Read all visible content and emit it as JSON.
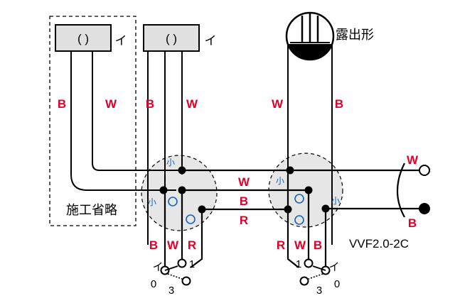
{
  "colors": {
    "wire_label": "#e0002a",
    "sleeve_marker": "#1a62b8",
    "junction_box_fill": "#e6e6e6",
    "switch_box_fill": "#e0e0e0",
    "line": "#000000"
  },
  "switches": [
    {
      "symbol": "( )",
      "mark": "イ"
    },
    {
      "symbol": "( )",
      "mark": "イ"
    }
  ],
  "lamp_label": "露出形",
  "omitted_area_label": "施工省略",
  "cable_spec": "VVF2.0-2C",
  "wire_labels": {
    "left_switch_cable": [
      "B",
      "W"
    ],
    "right_switch_cable": [
      "B",
      "W"
    ],
    "lamp_cable": [
      "W",
      "B"
    ],
    "between_boxes": [
      "W",
      "B",
      "R"
    ],
    "source_terminals": [
      "W",
      "B"
    ],
    "left_bottom_cable": [
      "B",
      "W",
      "R"
    ],
    "right_bottom_cable": [
      "R",
      "W",
      "B"
    ]
  },
  "sleeve_markers": [
    "小",
    "小",
    "小",
    "小"
  ],
  "bottom_switches": {
    "left": {
      "common": "イ",
      "t0": "0",
      "t1": "1",
      "t3": "3"
    },
    "right": {
      "common": "イ",
      "t0": "0",
      "t1": "1",
      "t3": "3"
    }
  }
}
